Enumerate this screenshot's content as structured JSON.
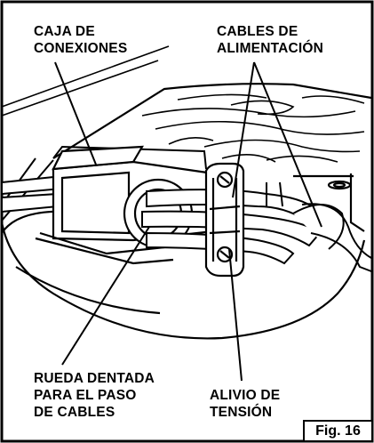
{
  "labels": {
    "junction_box": [
      "CAJA DE",
      "CONEXIONES"
    ],
    "power_cables": [
      "CABLES DE",
      "ALIMENTACIÓN"
    ],
    "grommet": [
      "RUEDA DENTADA",
      "PARA EL PASO",
      "DE CABLES"
    ],
    "strain_relief": [
      "ALIVIO DE",
      "TENSIÓN"
    ]
  },
  "figure_label": "Fig. 16"
}
